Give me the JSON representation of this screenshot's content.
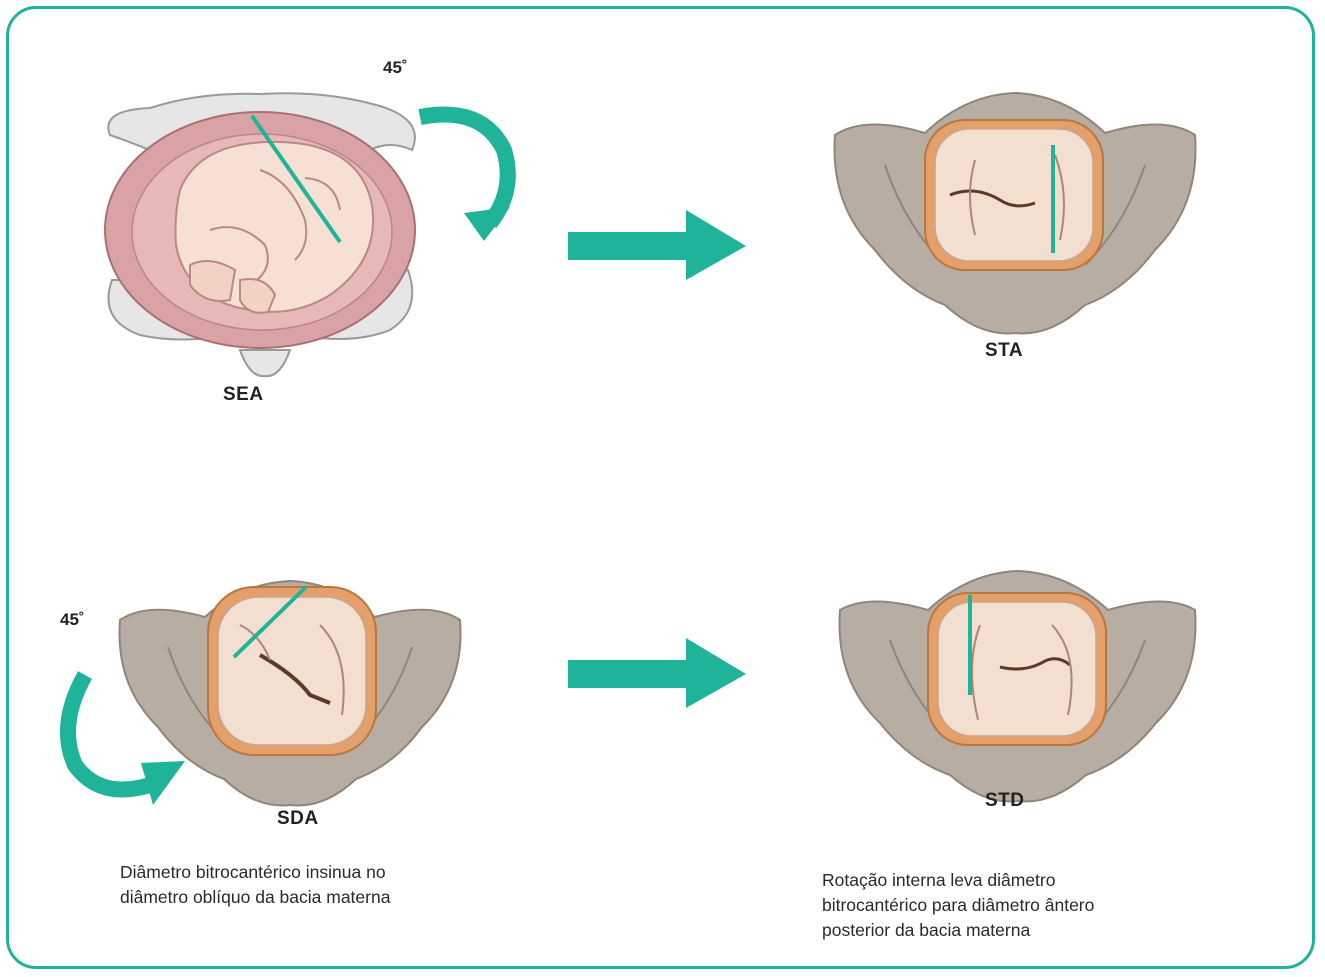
{
  "colors": {
    "accent": "#1fb39a",
    "bone": "#b7ada3",
    "bone_dark": "#8f857b",
    "ring": "#e4a06a",
    "skin": "#f3dfcf",
    "uterus": "#d9a3a6"
  },
  "panels": {
    "sea": {
      "label": "SEA",
      "angle": "45˚"
    },
    "sta": {
      "label": "STA"
    },
    "sda": {
      "label": "SDA",
      "angle": "45˚"
    },
    "std": {
      "label": "STD"
    }
  },
  "captions": {
    "left": [
      "Diâmetro bitrocantérico insinua no",
      "diâmetro oblíquo da bacia materna"
    ],
    "right": [
      "Rotação interna leva diâmetro",
      "bitrocantérico para diâmetro ântero",
      "posterior da bacia materna"
    ]
  }
}
